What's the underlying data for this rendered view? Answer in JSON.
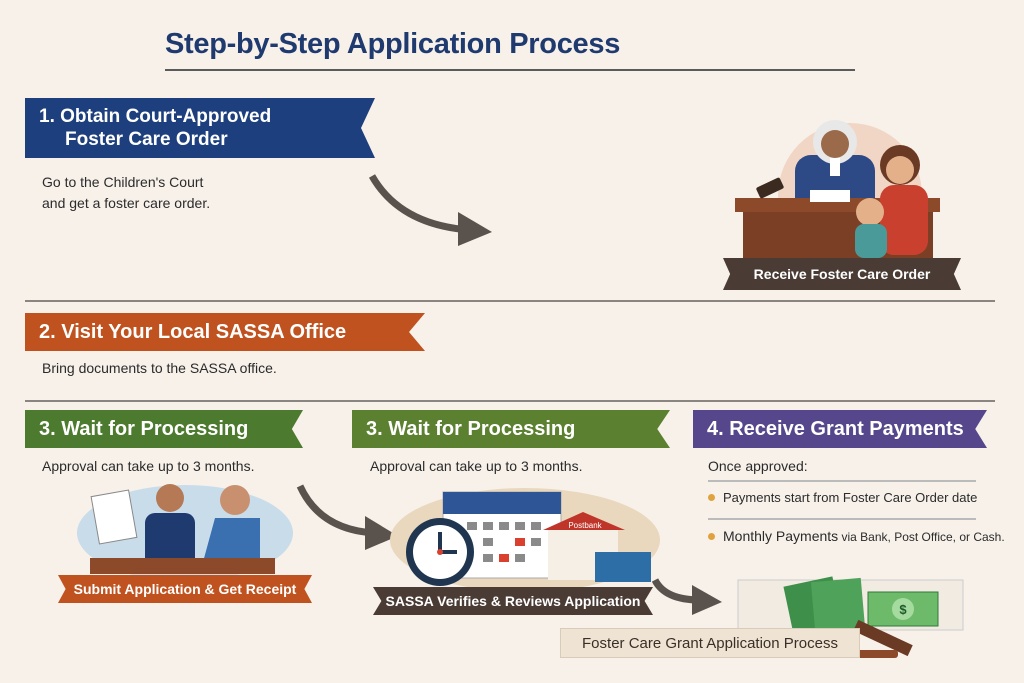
{
  "title": "Step-by-Step Application Process",
  "steps": [
    {
      "label_line1": "1. Obtain Court-Approved",
      "label_line2": "Foster Care Order",
      "description_line1": "Go to the Children's Court",
      "description_line2": "and get a foster care order.",
      "caption": "Receive Foster Care Order"
    },
    {
      "label": "2. Visit Your Local SASSA Office",
      "description": "Bring documents to the SASSA office."
    },
    {
      "label": "3. Wait for Processing",
      "description": "Approval can take up to 3 months.",
      "caption": "Submit Application & Get Receipt"
    },
    {
      "label": "3. Wait for Processing",
      "description": "Approval can take up to 3 months.",
      "caption": "SASSA Verifies & Reviews Application",
      "building_sign": "Postbank"
    },
    {
      "label": "4. Receive Grant Payments",
      "intro": "Once approved:",
      "bullets": [
        "Payments start from Foster Care Order date"
      ],
      "bullet2_bold": "Monthly Payments",
      "bullet2_rest": " via Bank, Post Office, or Cash."
    }
  ],
  "footer_caption": "Foster Care Grant Application Process",
  "money_symbol": "$",
  "colors": {
    "title": "#1f3a6e",
    "step1": "#1d3f7e",
    "step2": "#c0521f",
    "step3": "#4c7a2e",
    "step4": "#56478c",
    "bullet": "#e0a23c"
  }
}
